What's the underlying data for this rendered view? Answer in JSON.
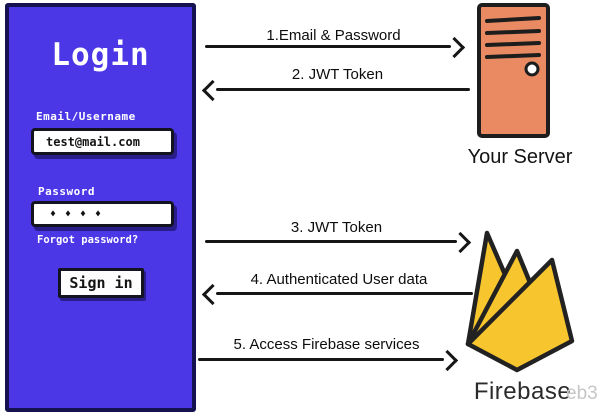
{
  "login_panel": {
    "title": "Login",
    "email_label": "Email/Username",
    "email_value": "test@mail.com",
    "password_label": "Password",
    "password_mask": "♦♦♦♦",
    "forgot_link": "Forgot password?",
    "signin_button": "Sign in"
  },
  "server": {
    "label": "Your Server"
  },
  "firebase": {
    "label": "Firebase",
    "watermark": "eb3"
  },
  "arrows": [
    {
      "label": "1.Email & Password",
      "direction": "right"
    },
    {
      "label": "2. JWT Token",
      "direction": "left"
    },
    {
      "label": "3. JWT Token",
      "direction": "right"
    },
    {
      "label": "4. Authenticated User data",
      "direction": "left"
    },
    {
      "label": "5. Access Firebase services",
      "direction": "right"
    }
  ],
  "colors": {
    "panel_blue": "#4B37E6",
    "panel_border": "#16114F",
    "server_orange": "#EA8A63",
    "firebase_yellow": "#F7C52D",
    "outline_dark": "#1D1D1D",
    "arrow_black": "#161616",
    "watermark_gray": "#C6C6C6"
  }
}
